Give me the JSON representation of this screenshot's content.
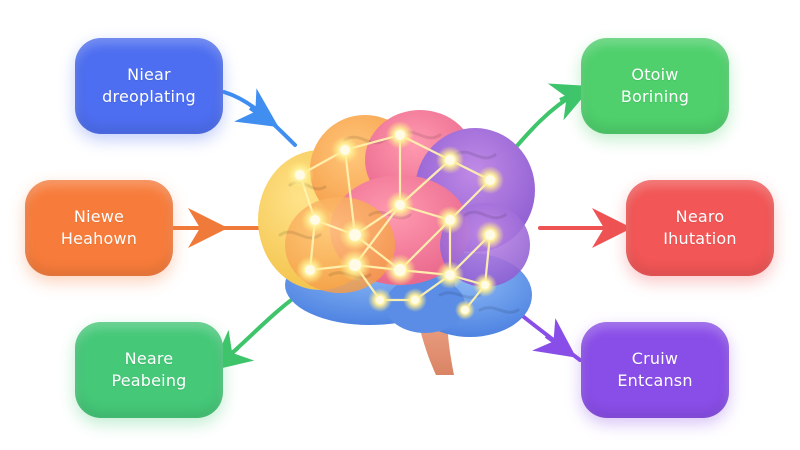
{
  "diagram": {
    "nodes": [
      {
        "id": "tl",
        "line1": "Niear",
        "line2": "dreoplating",
        "color": "#4d6ef0"
      },
      {
        "id": "ml",
        "line1": "Niewe",
        "line2": "Heahown",
        "color": "#f77c3b"
      },
      {
        "id": "bl",
        "line1": "Neare",
        "line2": "Peabeing",
        "color": "#45c878"
      },
      {
        "id": "tr",
        "line1": "Otoiw",
        "line2": "Borining",
        "color": "#4fd06c"
      },
      {
        "id": "mr",
        "line1": "Nearo",
        "line2": "Ihutation",
        "color": "#f25656"
      },
      {
        "id": "br",
        "line1": "Cruiw",
        "line2": "Entcansn",
        "color": "#8a4ee8"
      }
    ],
    "center": "brain-network-illustration"
  }
}
